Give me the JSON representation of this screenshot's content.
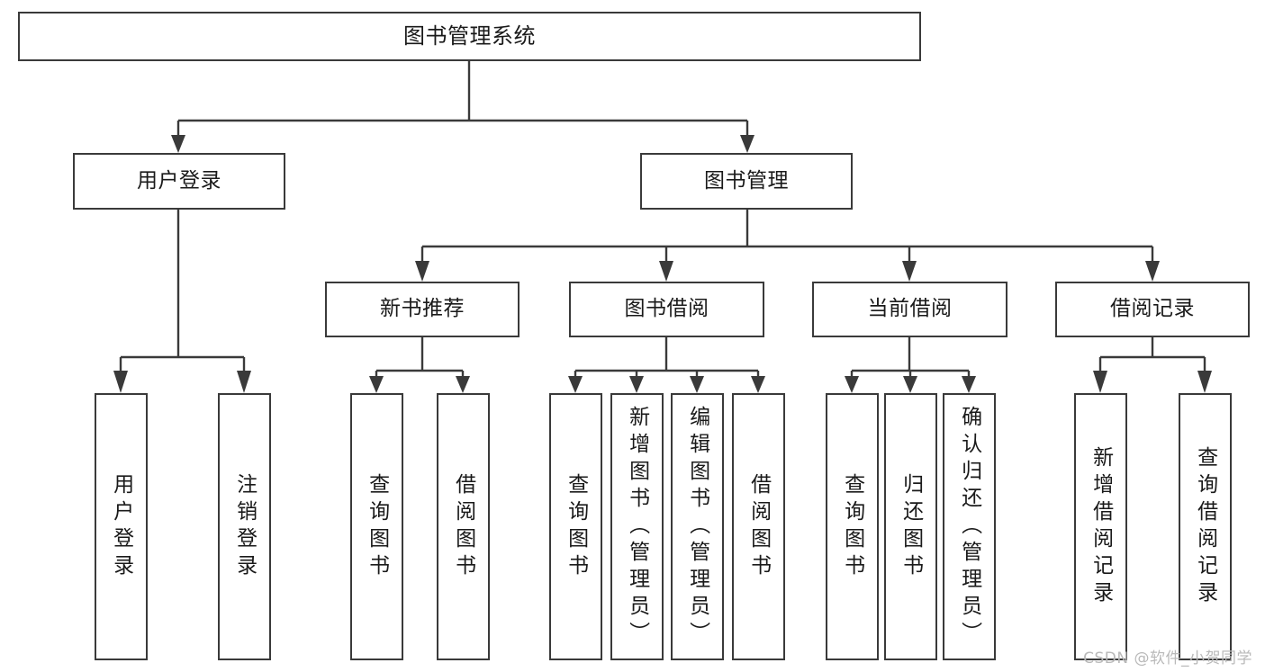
{
  "diagram": {
    "title": "图书管理系统",
    "type": "tree",
    "root": {
      "label": "图书管理系统"
    },
    "level2": [
      {
        "label": "用户登录"
      },
      {
        "label": "图书管理"
      }
    ],
    "level3": [
      {
        "label": "新书推荐"
      },
      {
        "label": "图书借阅"
      },
      {
        "label": "当前借阅"
      },
      {
        "label": "借阅记录"
      }
    ],
    "leaves": {
      "user_login": [
        {
          "label": "用户登录"
        },
        {
          "label": "注销登录"
        }
      ],
      "new_book_recommend": [
        {
          "label": "查询图书"
        },
        {
          "label": "借阅图书"
        }
      ],
      "book_borrow": [
        {
          "label": "查询图书"
        },
        {
          "label": "新增图书（管理员）"
        },
        {
          "label": "编辑图书（管理员）"
        },
        {
          "label": "借阅图书"
        }
      ],
      "current_borrow": [
        {
          "label": "查询图书"
        },
        {
          "label": "归还图书"
        },
        {
          "label": "确认归还（管理员）"
        }
      ],
      "borrow_record": [
        {
          "label": "新增借阅记录"
        },
        {
          "label": "查询借阅记录"
        }
      ]
    },
    "watermark": "CSDN @软件_小贺同学",
    "colors": {
      "stroke": "#3a3a3a",
      "fill": "#ffffff",
      "text": "#1a1a1a",
      "watermark": "#b9b9b9"
    }
  }
}
